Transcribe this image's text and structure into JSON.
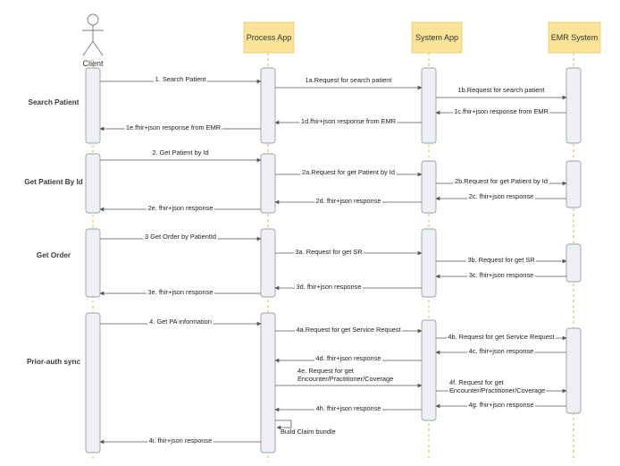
{
  "participants": [
    {
      "id": "client",
      "label": "Client",
      "kind": "actor"
    },
    {
      "id": "process",
      "label": "Process App",
      "kind": "box"
    },
    {
      "id": "system",
      "label": "System App",
      "kind": "box"
    },
    {
      "id": "emr",
      "label": "EMR System",
      "kind": "box"
    }
  ],
  "colors": {
    "note_fill": "#fbe49a",
    "note_stroke": "#e9c661",
    "activation_fill": "#eef0f4",
    "activation_stroke": "#9aa1ad",
    "lifeline": "#e0ae45",
    "arrow": "#555555"
  },
  "phases": [
    {
      "id": "search",
      "label": "Search Patient"
    },
    {
      "id": "getid",
      "label": "Get Patient By Id"
    },
    {
      "id": "order",
      "label": "Get Order"
    },
    {
      "id": "prior",
      "label": "Prior-auth sync"
    }
  ],
  "messages": [
    {
      "id": "m1",
      "text": "1. Search Patient"
    },
    {
      "id": "m1a",
      "text": "1a.Request for search patient"
    },
    {
      "id": "m1b",
      "text": "1b.Request for search patient"
    },
    {
      "id": "m1c",
      "text": "1c.fhir+json response from EMR"
    },
    {
      "id": "m1d",
      "text": "1d.fhir+json response from EMR"
    },
    {
      "id": "m1e",
      "text": "1e.fhir+json response from EMR"
    },
    {
      "id": "m2",
      "text": "2. Get Patient by Id"
    },
    {
      "id": "m2a",
      "text": "2a.Request for get Patient by Id"
    },
    {
      "id": "m2b",
      "text": "2b.Request for get Patient by Id"
    },
    {
      "id": "m2c",
      "text": "2c. fhir+json response"
    },
    {
      "id": "m2d",
      "text": "2d. fhir+json response"
    },
    {
      "id": "m2e",
      "text": "2e. fhir+json response"
    },
    {
      "id": "m3",
      "text": "3 Get Order by PatientId"
    },
    {
      "id": "m3a",
      "text": "3a. Request for get SR"
    },
    {
      "id": "m3b",
      "text": "3b. Request for get SR"
    },
    {
      "id": "m3c",
      "text": "3c. fhir+json response"
    },
    {
      "id": "m3d",
      "text": "3d. fhir+json response"
    },
    {
      "id": "m3e",
      "text": "3e. fhir+json response"
    },
    {
      "id": "m4",
      "text": "4. Get PA information"
    },
    {
      "id": "m4a",
      "text": "4a.Request for get Service Request"
    },
    {
      "id": "m4b",
      "text": "4b. Request for get Service Request"
    },
    {
      "id": "m4c",
      "text": "4c. fhir+json response"
    },
    {
      "id": "m4d",
      "text": "4d. fhir+json response"
    },
    {
      "id": "m4e",
      "lines": [
        "4e. Request for get",
        "Encounter/Practitioner/Coverage"
      ]
    },
    {
      "id": "m4f",
      "lines": [
        "4f. Request for get",
        "Encounter/Practitioner/Coverage"
      ]
    },
    {
      "id": "m4g",
      "text": "4g. fhir+json response"
    },
    {
      "id": "m4h",
      "text": "4h. fhir+json response"
    },
    {
      "id": "m4i",
      "text": "4i. fhir+json response"
    },
    {
      "id": "self1",
      "text": "Build Claim bundle"
    }
  ]
}
